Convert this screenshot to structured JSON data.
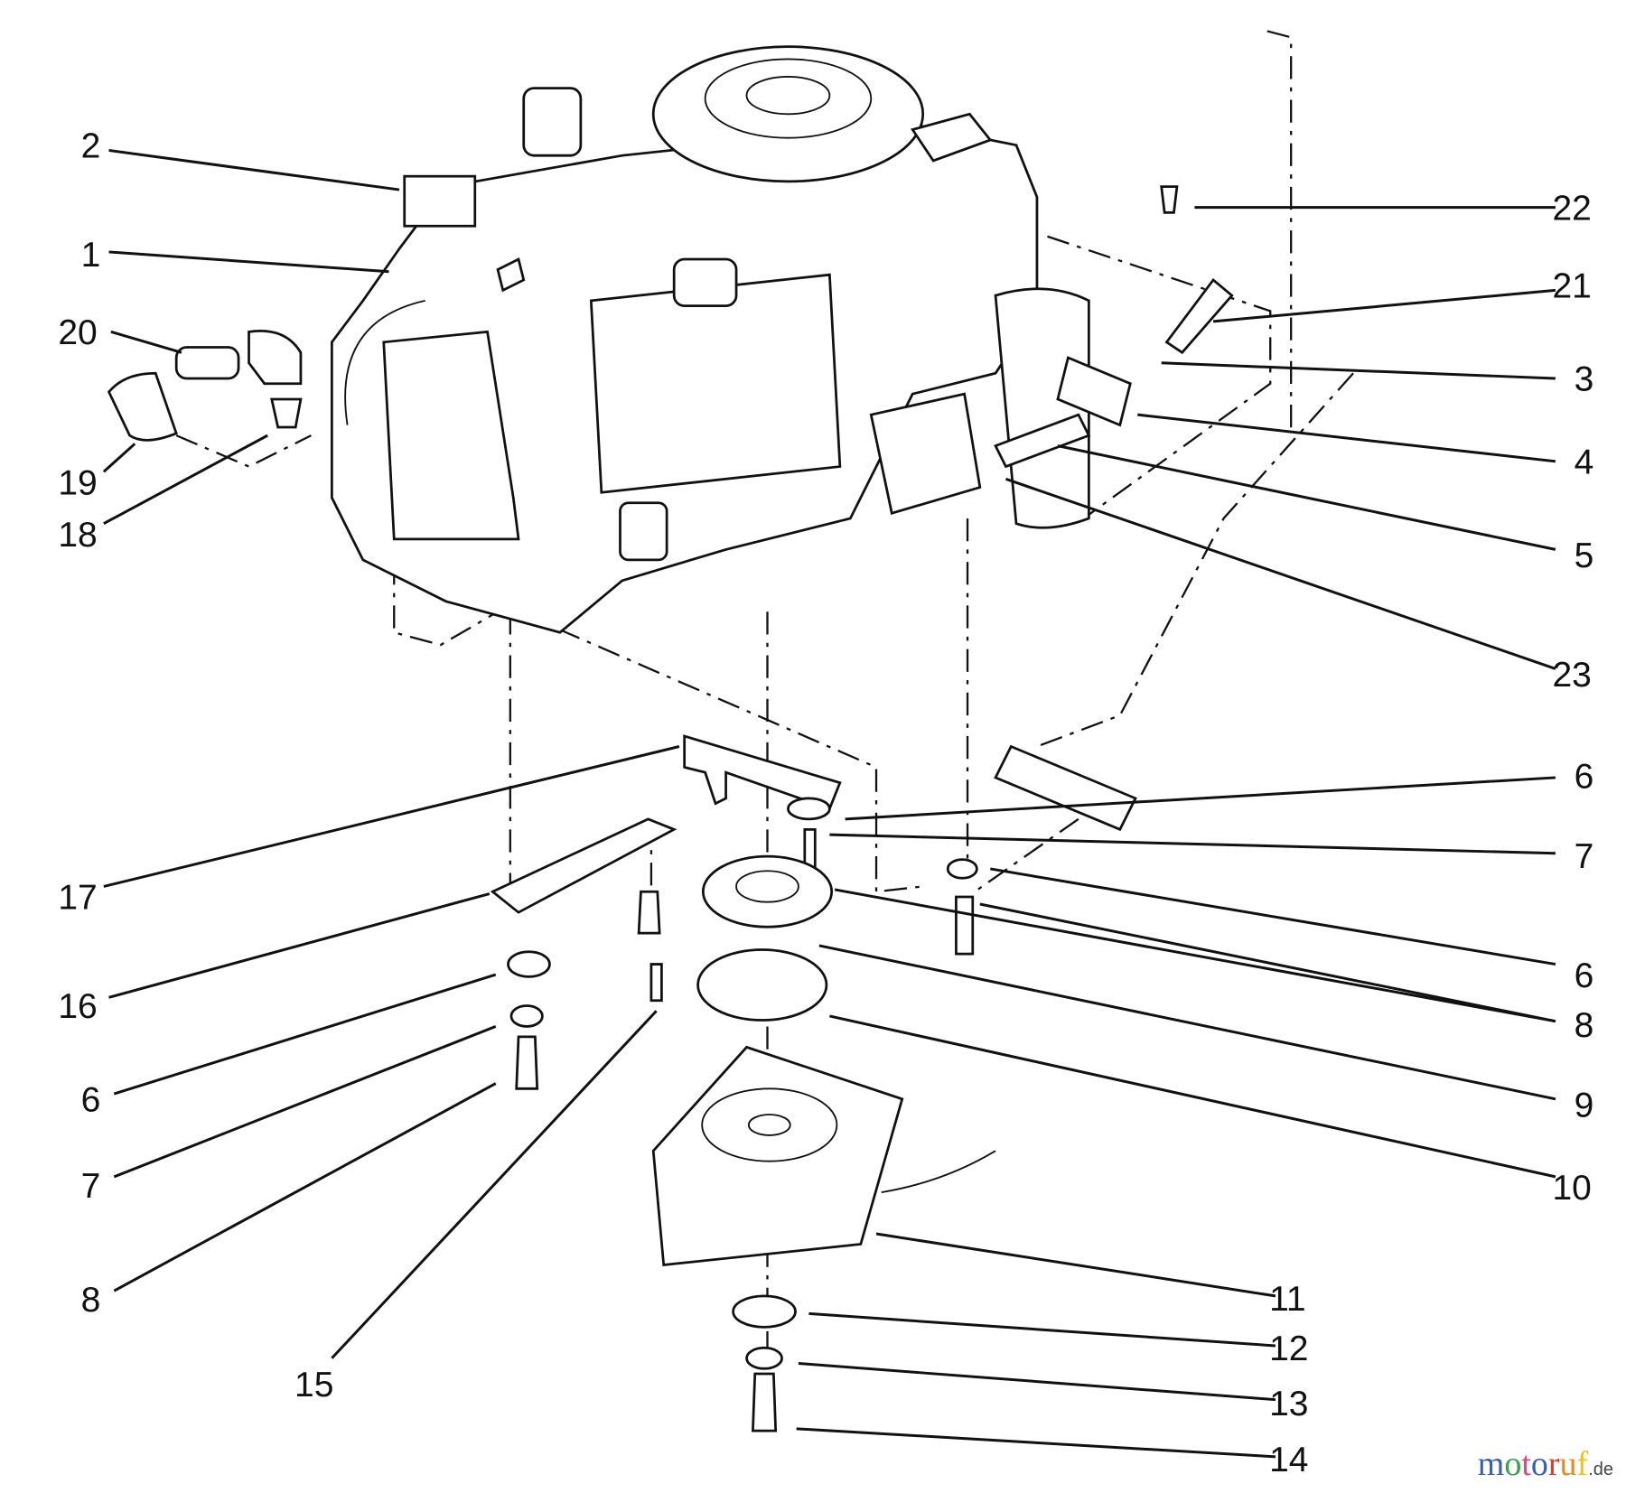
{
  "callouts": [
    {
      "id": "c2",
      "text": "2"
    },
    {
      "id": "c1",
      "text": "1"
    },
    {
      "id": "c20",
      "text": "20"
    },
    {
      "id": "c19",
      "text": "19"
    },
    {
      "id": "c18",
      "text": "18"
    },
    {
      "id": "c22",
      "text": "22"
    },
    {
      "id": "c21",
      "text": "21"
    },
    {
      "id": "c3",
      "text": "3"
    },
    {
      "id": "c4",
      "text": "4"
    },
    {
      "id": "c5",
      "text": "5"
    },
    {
      "id": "c23",
      "text": "23"
    },
    {
      "id": "c6a",
      "text": "6"
    },
    {
      "id": "c7a",
      "text": "7"
    },
    {
      "id": "c6b",
      "text": "6"
    },
    {
      "id": "c8a",
      "text": "8"
    },
    {
      "id": "c9",
      "text": "9"
    },
    {
      "id": "c10",
      "text": "10"
    },
    {
      "id": "c11",
      "text": "11"
    },
    {
      "id": "c12",
      "text": "12"
    },
    {
      "id": "c13",
      "text": "13"
    },
    {
      "id": "c14",
      "text": "14"
    },
    {
      "id": "c15",
      "text": "15"
    },
    {
      "id": "c8b",
      "text": "8"
    },
    {
      "id": "c7b",
      "text": "7"
    },
    {
      "id": "c6c",
      "text": "6"
    },
    {
      "id": "c16",
      "text": "16"
    },
    {
      "id": "c17",
      "text": "17"
    }
  ],
  "watermark": {
    "text": "motoruf",
    "suffix": ".de",
    "colors": [
      "#3b5fb0",
      "#3aa04a",
      "#e0457b",
      "#3b5fb0",
      "#d9402b",
      "#e58a1f",
      "#f0c21b"
    ]
  }
}
